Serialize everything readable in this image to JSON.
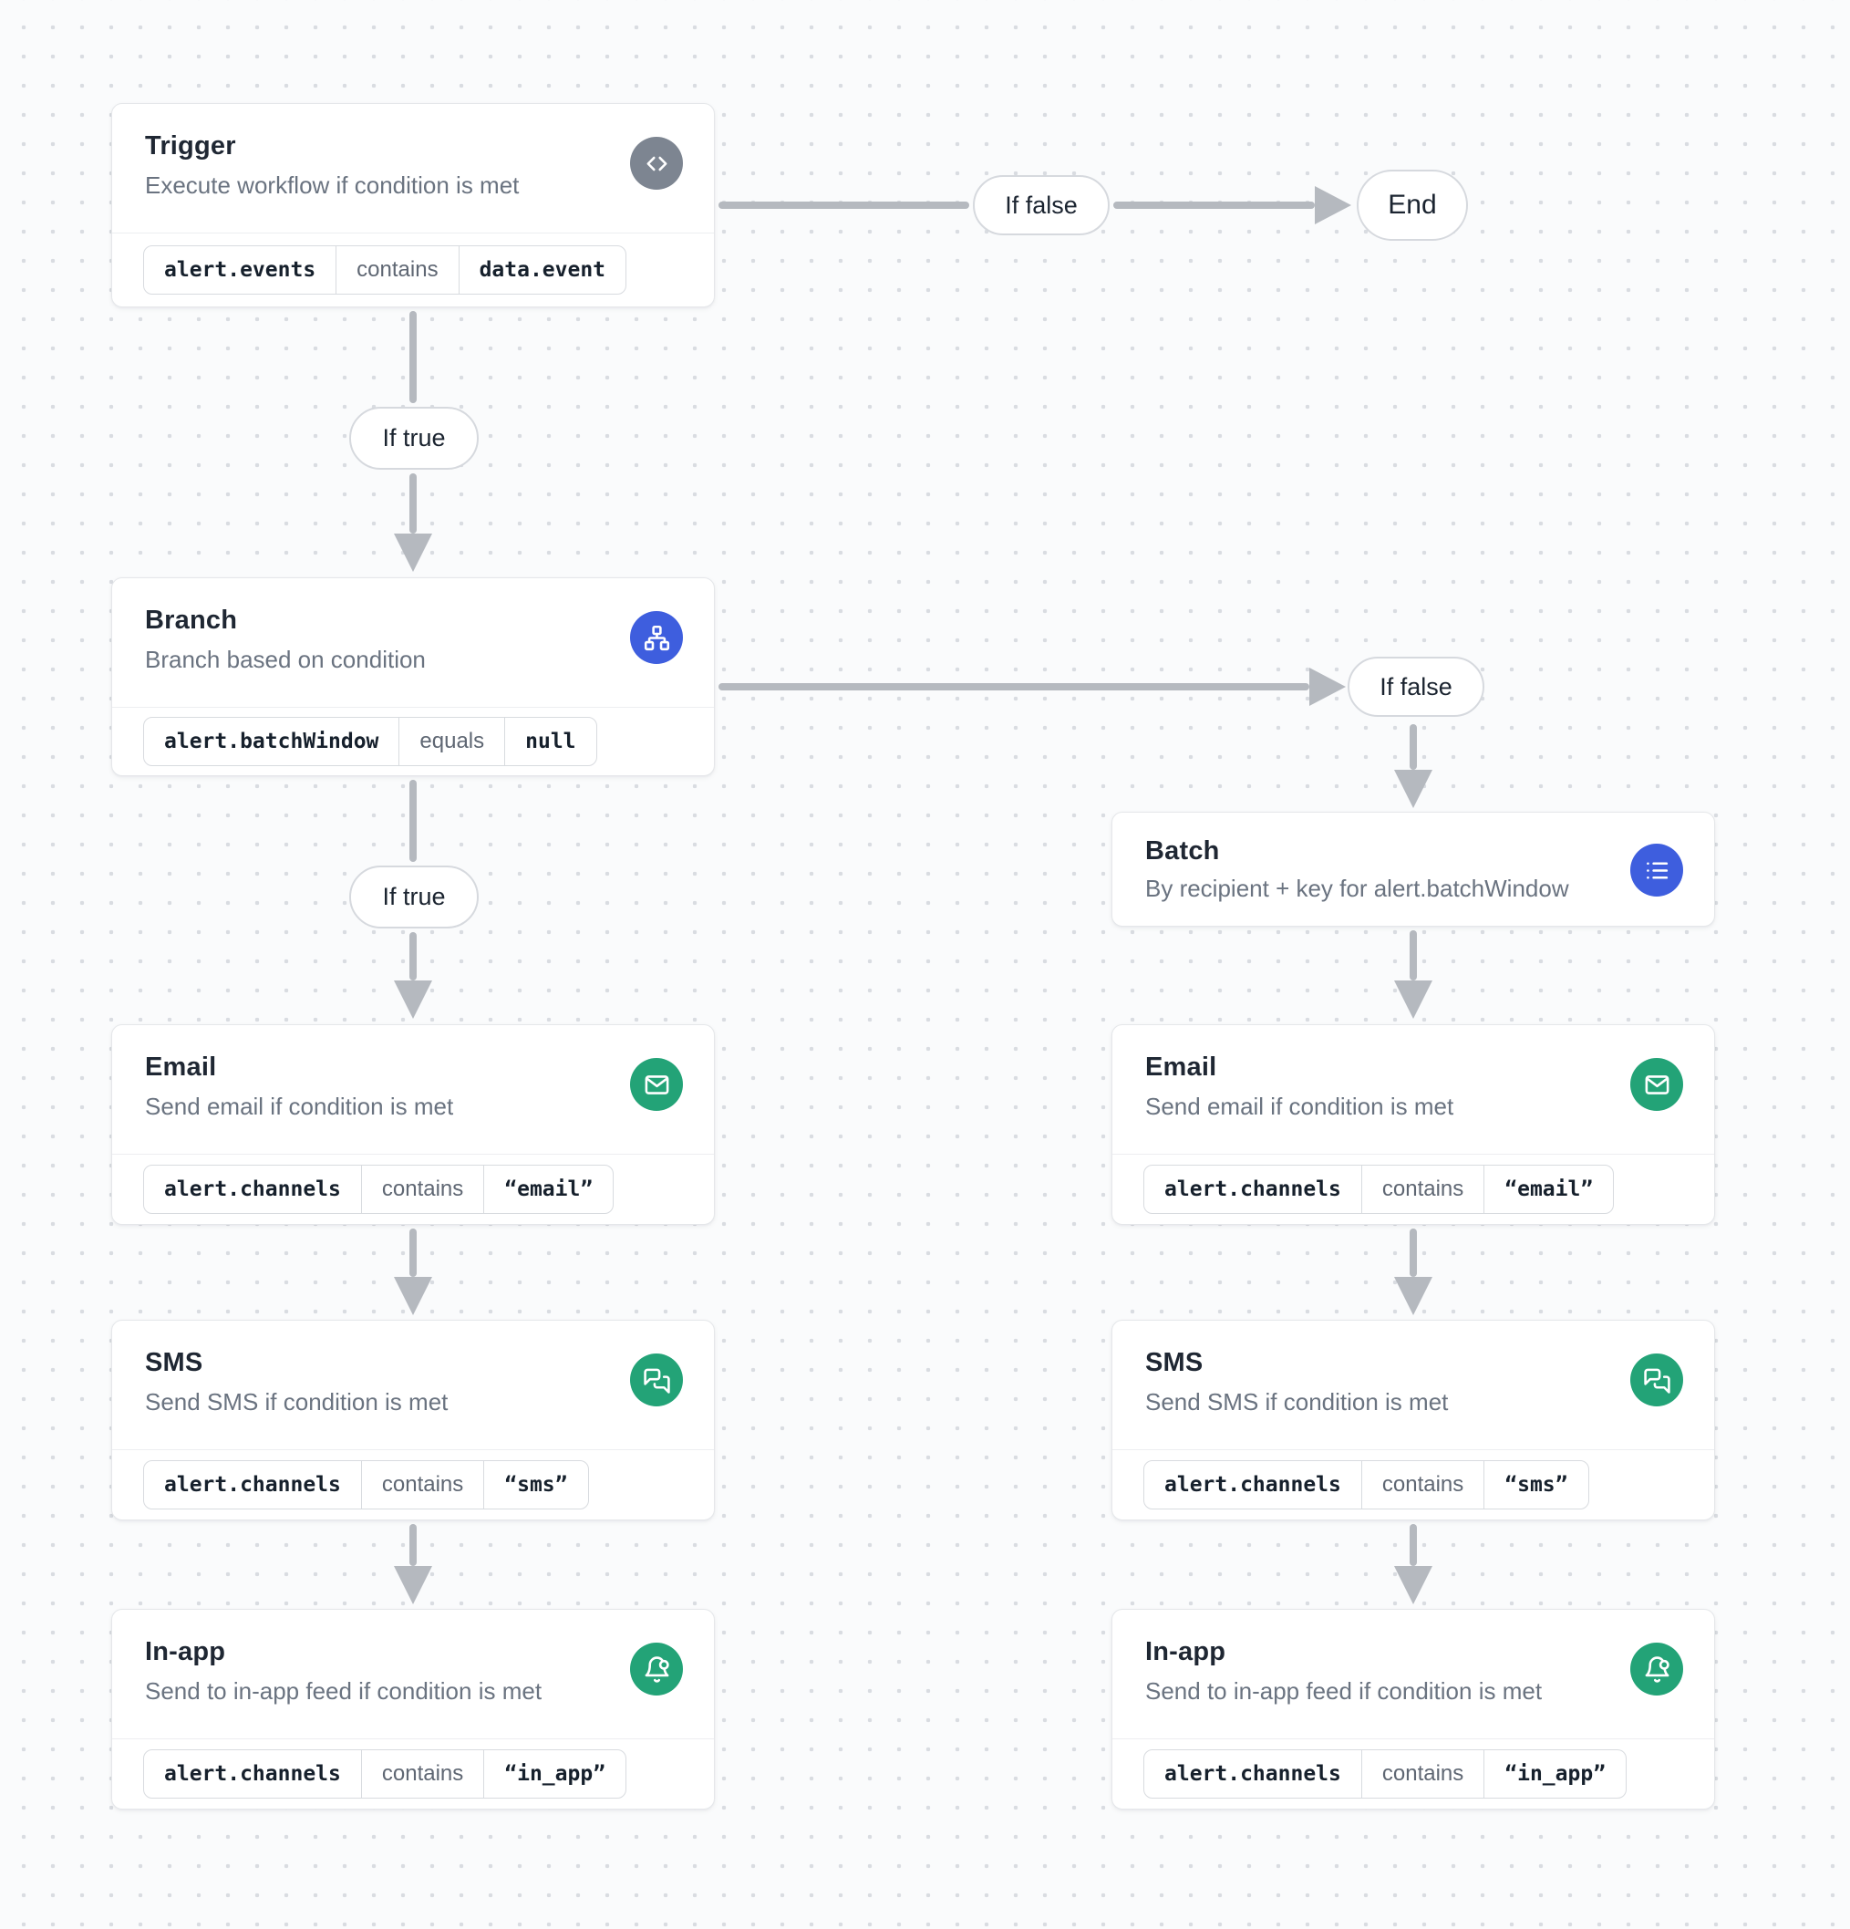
{
  "colors": {
    "canvas_bg": "#fafbfc",
    "dot_grid": "#d9dce1",
    "edge_gray": "#b5b9bf",
    "node_border": "#e5e7ea",
    "title_text": "#1f2733",
    "subtitle_text": "#6a7380",
    "accent_blue": "#3e5ede",
    "accent_green": "#23a377",
    "trigger_icon_gray": "#7d8591"
  },
  "labels": {
    "if_true": "If true",
    "if_false": "If false",
    "end": "End"
  },
  "nodes": {
    "trigger": {
      "title": "Trigger",
      "subtitle": "Execute workflow if condition is met",
      "icon": "code-icon",
      "condition": {
        "field": "alert.events",
        "operator": "contains",
        "value": "data.event"
      }
    },
    "branch": {
      "title": "Branch",
      "subtitle": "Branch based on condition",
      "icon": "sitemap-icon",
      "condition": {
        "field": "alert.batchWindow",
        "operator": "equals",
        "value": "null"
      }
    },
    "batch": {
      "title": "Batch",
      "subtitle": "By recipient + key for alert.batchWindow",
      "icon": "list-icon"
    },
    "email_true": {
      "title": "Email",
      "subtitle": "Send email if condition is met",
      "icon": "mail-icon",
      "condition": {
        "field": "alert.channels",
        "operator": "contains",
        "value": "“email”"
      }
    },
    "sms_true": {
      "title": "SMS",
      "subtitle": "Send SMS if condition is met",
      "icon": "messages-icon",
      "condition": {
        "field": "alert.channels",
        "operator": "contains",
        "value": "“sms”"
      }
    },
    "inapp_true": {
      "title": "In-app",
      "subtitle": "Send to in-app feed if condition is met",
      "icon": "bell-dot-icon",
      "condition": {
        "field": "alert.channels",
        "operator": "contains",
        "value": "“in_app”"
      }
    },
    "email_false": {
      "title": "Email",
      "subtitle": "Send email if condition is met",
      "icon": "mail-icon",
      "condition": {
        "field": "alert.channels",
        "operator": "contains",
        "value": "“email”"
      }
    },
    "sms_false": {
      "title": "SMS",
      "subtitle": "Send SMS if condition is met",
      "icon": "messages-icon",
      "condition": {
        "field": "alert.channels",
        "operator": "contains",
        "value": "“sms”"
      }
    },
    "inapp_false": {
      "title": "In-app",
      "subtitle": "Send to in-app feed if condition is met",
      "icon": "bell-dot-icon",
      "condition": {
        "field": "alert.channels",
        "operator": "contains",
        "value": "“in_app”"
      }
    }
  }
}
